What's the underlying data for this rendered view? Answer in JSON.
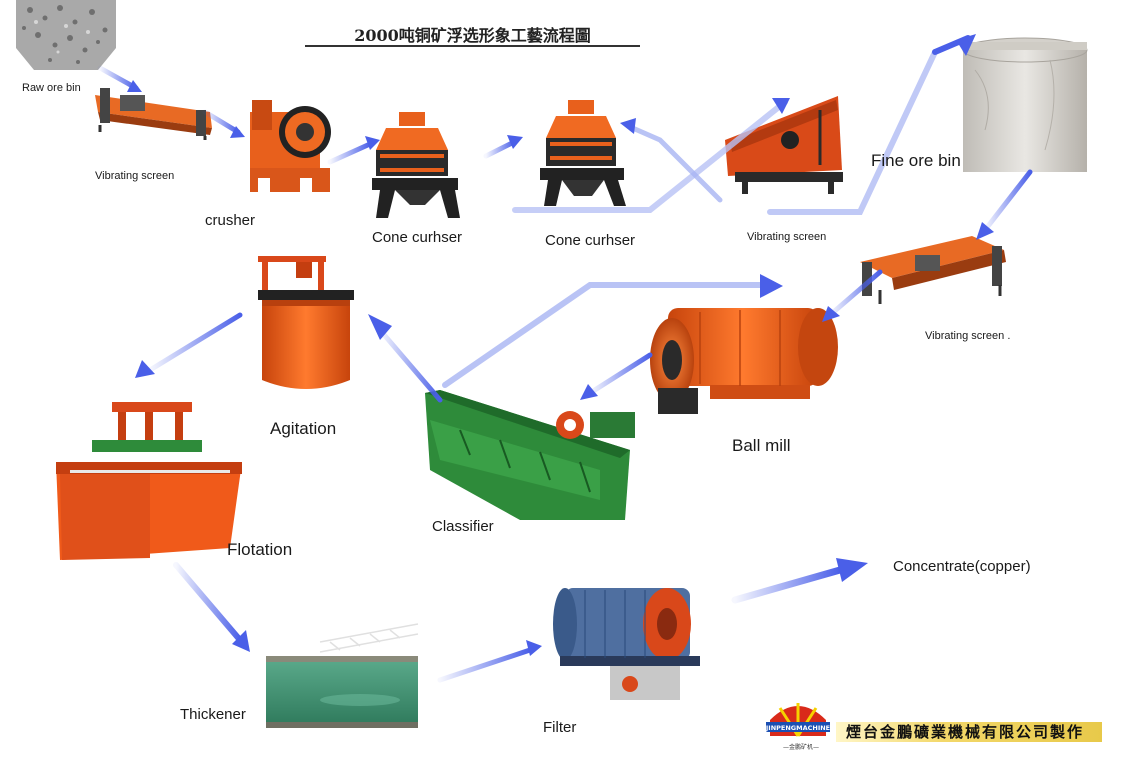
{
  "title": "2000吨铜矿浮选形象工藝流程圖",
  "labels": {
    "raw_ore_bin": "Raw ore bin",
    "vibrating_screen_1": "Vibrating screen",
    "crusher": "crusher",
    "cone_crusher_1": "Cone curhser",
    "cone_crusher_2": "Cone curhser",
    "vibrating_screen_2": "Vibrating screen",
    "fine_ore_bin": "Fine ore bin",
    "vibrating_screen_3": "Vibrating screen .",
    "ball_mill": "Ball mill",
    "classifier": "Classifier",
    "agitation": "Agitation",
    "flotation": "Flotation",
    "thickener": "Thickener",
    "filter": "Filter",
    "concentrate": "Concentrate(copper)"
  },
  "footer": {
    "company": "煙台金鵬礦業機械有限公司製作",
    "logo_text": "JINPENGMACHINE",
    "logo_caption": "—金鹏矿机—"
  },
  "colors": {
    "arrow": "#4a5fe8",
    "machine_orange": "#f0601e",
    "machine_dark": "#2a2a2a",
    "water": "#3f8f70"
  }
}
